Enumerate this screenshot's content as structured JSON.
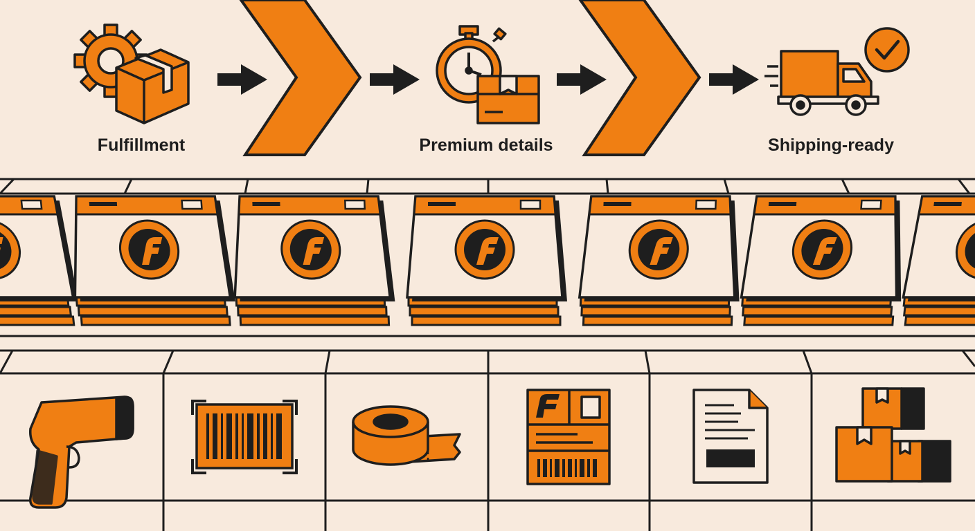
{
  "colors": {
    "background": "#F8EADD",
    "accent": "#F07F13",
    "ink": "#1E1E1E",
    "panel": "#F8EADD"
  },
  "steps": [
    {
      "label": "Fulfillment",
      "icon": "gear-box-icon"
    },
    {
      "label": "Premium details",
      "icon": "stopwatch-box-icon"
    },
    {
      "label": "Shipping-ready",
      "icon": "delivery-truck-check-icon"
    }
  ],
  "conveyor": {
    "package_count": 7,
    "icon": "f-logo-mailer-package-icon"
  },
  "tools": [
    {
      "icon": "barcode-scanner-icon"
    },
    {
      "icon": "barcode-label-icon"
    },
    {
      "icon": "packing-tape-roll-icon"
    },
    {
      "icon": "shipping-label-icon"
    },
    {
      "icon": "invoice-document-icon"
    },
    {
      "icon": "stacked-boxes-icon"
    }
  ]
}
